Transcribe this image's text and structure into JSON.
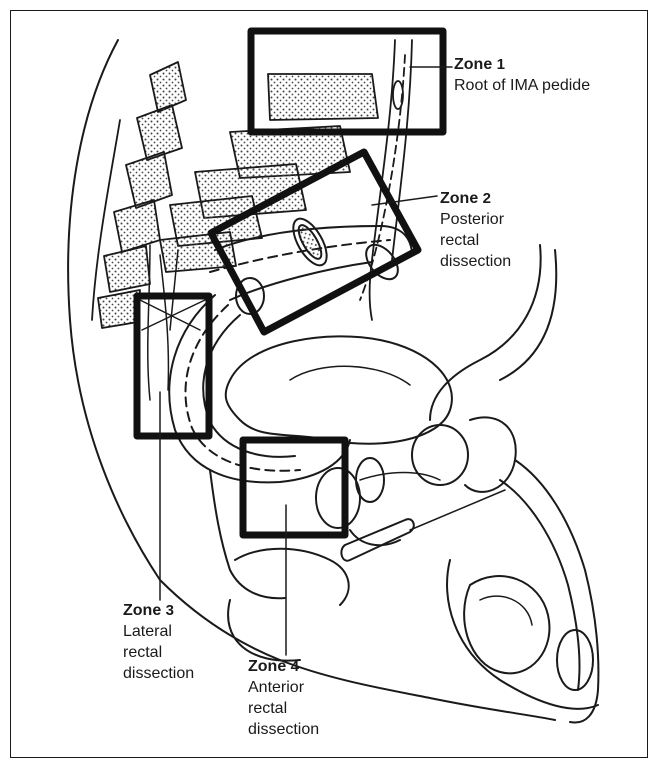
{
  "figure": {
    "zones": [
      {
        "title": "Zone",
        "number": "1",
        "lines": [
          "Root of IMA pedide"
        ]
      },
      {
        "title": "Zone",
        "number": "2",
        "lines": [
          "Posterior",
          "rectal",
          "dissection"
        ]
      },
      {
        "title": "Zone",
        "number": "3",
        "lines": [
          "Lateral",
          "rectal",
          "dissection"
        ]
      },
      {
        "title": "Zone",
        "number": "4",
        "lines": [
          "Anterior",
          "rectal",
          "dissection"
        ]
      }
    ],
    "colors": {
      "ink": "#1a1a1a",
      "box": "#111111",
      "stipple": "#555555"
    }
  }
}
